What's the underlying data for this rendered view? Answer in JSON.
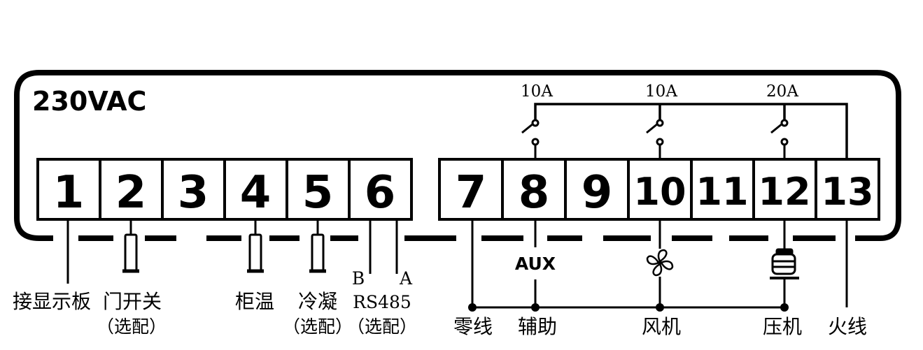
{
  "voltage": "230VAC",
  "terminals": [
    "1",
    "2",
    "3",
    "4",
    "5",
    "6",
    "7",
    "8",
    "9",
    "10",
    "11",
    "12",
    "13"
  ],
  "relays": {
    "aux_rating": "10A",
    "fan_rating": "10A",
    "compressor_rating": "20A"
  },
  "aux_symbol": "AUX",
  "rs485": {
    "b": "B",
    "a": "A",
    "label": "RS485",
    "optional": "（选配）"
  },
  "labels": {
    "display_board": "接显示板",
    "door_switch": "门开关",
    "door_switch_optional": "（选配）",
    "cabinet_temp": "柜温",
    "condenser": "冷凝",
    "condenser_optional": "（选配）",
    "neutral": "零线",
    "auxiliary": "辅助",
    "fan": "风机",
    "compressor": "压机",
    "live": "火线"
  },
  "icons": [
    "fan-icon",
    "compressor-icon",
    "temperature-probe-icon",
    "relay-contact-icon"
  ]
}
